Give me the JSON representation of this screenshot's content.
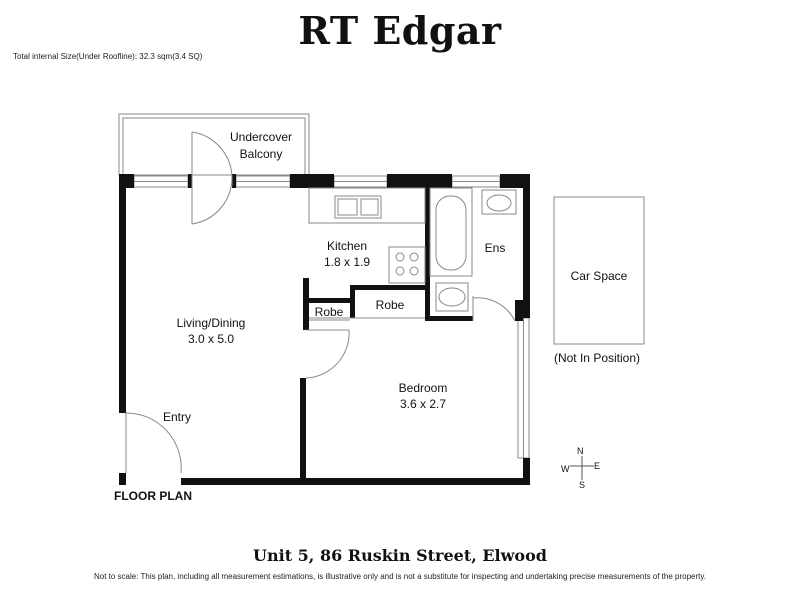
{
  "header": {
    "brand": "RT Edgar",
    "size_note": "Total internal Size(Under Roofline): 32.3 sqm(3.4 SQ)"
  },
  "plan": {
    "label": "FLOOR PLAN",
    "rooms": {
      "balcony": {
        "line1": "Undercover",
        "line2": "Balcony"
      },
      "kitchen": {
        "line1": "Kitchen",
        "line2": "1.8 x 1.9"
      },
      "ens": {
        "line1": "Ens"
      },
      "robe_left": {
        "line1": "Robe"
      },
      "robe_right": {
        "line1": "Robe"
      },
      "living": {
        "line1": "Living/Dining",
        "line2": "3.0 x 5.0"
      },
      "bedroom": {
        "line1": "Bedroom",
        "line2": "3.6 x 2.7"
      },
      "entry": {
        "line1": "Entry"
      },
      "car_space": {
        "line1": "Car Space",
        "note": "(Not In Position)"
      }
    },
    "compass": {
      "n": "N",
      "s": "S",
      "e": "E",
      "w": "W"
    }
  },
  "footer": {
    "address": "Unit 5, 86 Ruskin Street, Elwood",
    "disclaimer": "Not to scale: This plan, including all measurement estimations, is illustrative only and is not a substitute for inspecting and  undertaking precise measurements of the property."
  },
  "colors": {
    "wall": "#111111",
    "fixture": "#888888",
    "background": "#ffffff"
  }
}
